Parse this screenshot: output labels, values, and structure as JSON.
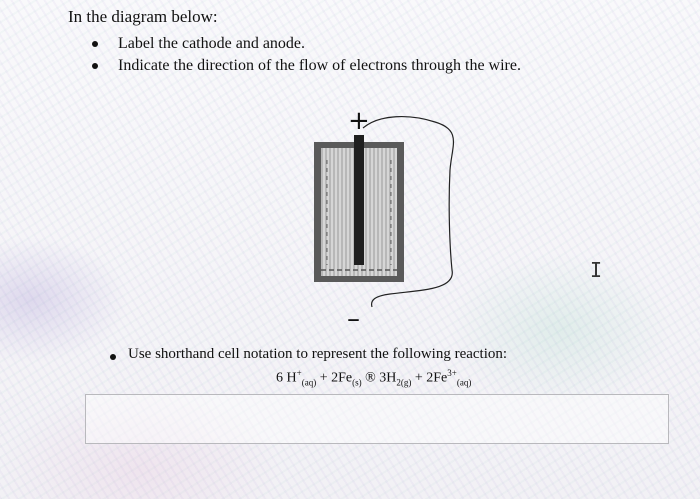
{
  "heading": "In the diagram below:",
  "instructions": [
    "Label the cathode and anode.",
    "Indicate the direction of the flow of electrons through the wire."
  ],
  "diagram": {
    "positive_label": "+",
    "negative_label": "–"
  },
  "cursor_symbol": "I",
  "question2": "Use shorthand cell notation to represent the following reaction:",
  "reaction": {
    "p1": "6 H",
    "p1_sup": "+",
    "p1_sub": "(aq)",
    "p2": "+ 2Fe",
    "p2_sub": "(s)",
    "p3": "® 3H",
    "p3_sub": "2(g)",
    "p4": "+ 2Fe",
    "p4_sup": "3+",
    "p4_sub": "(aq)"
  },
  "answer_value": ""
}
